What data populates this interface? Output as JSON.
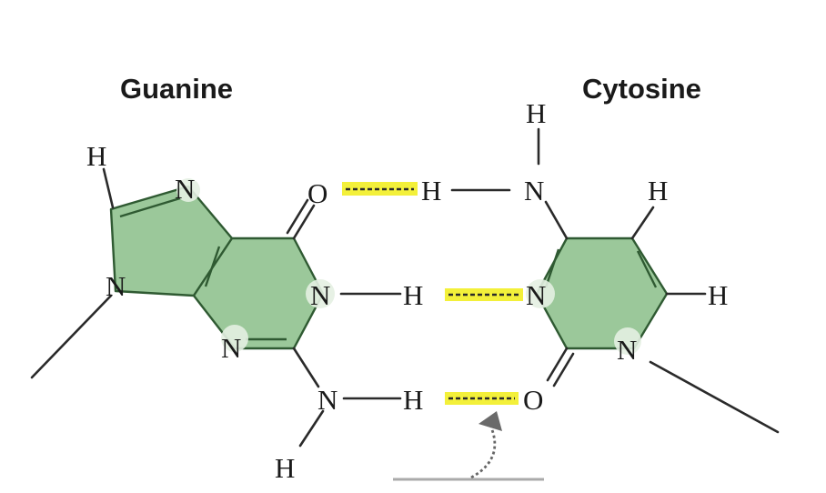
{
  "labels": {
    "guanine": "Guanine",
    "cytosine": "Cytosine"
  },
  "atoms": {
    "g_h_top": "H",
    "g_n7": "N",
    "g_n9": "N",
    "g_n3": "N",
    "g_o6": "O",
    "g_n1": "N",
    "g_h1": "H",
    "g_n2": "N",
    "g_h2a": "H",
    "g_h2b": "H",
    "c_h_top": "H",
    "c_n4": "N",
    "c_h4a": "H",
    "c_h5": "H",
    "c_h6": "H",
    "c_n3": "N",
    "c_n1": "N",
    "c_o2": "O"
  },
  "colors": {
    "ring_fill": "#9bc89a",
    "hbond_highlight": "#f3f03a"
  }
}
